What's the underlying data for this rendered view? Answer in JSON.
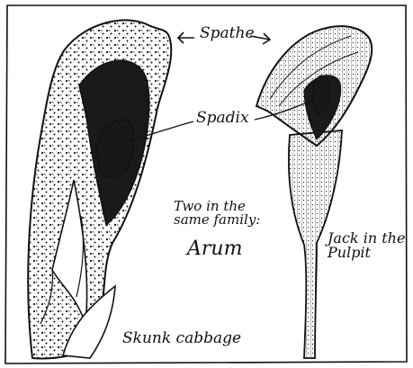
{
  "labels": {
    "spathe": "Spathe",
    "spadix": "Spadix",
    "family_note": "Two in the\nsame family:",
    "family_name": "Arum",
    "jack": "Jack in the\nPulpit",
    "skunk": "Skunk cabbage"
  },
  "colors": {
    "ink": "#111111",
    "paper": "#ffffff"
  }
}
